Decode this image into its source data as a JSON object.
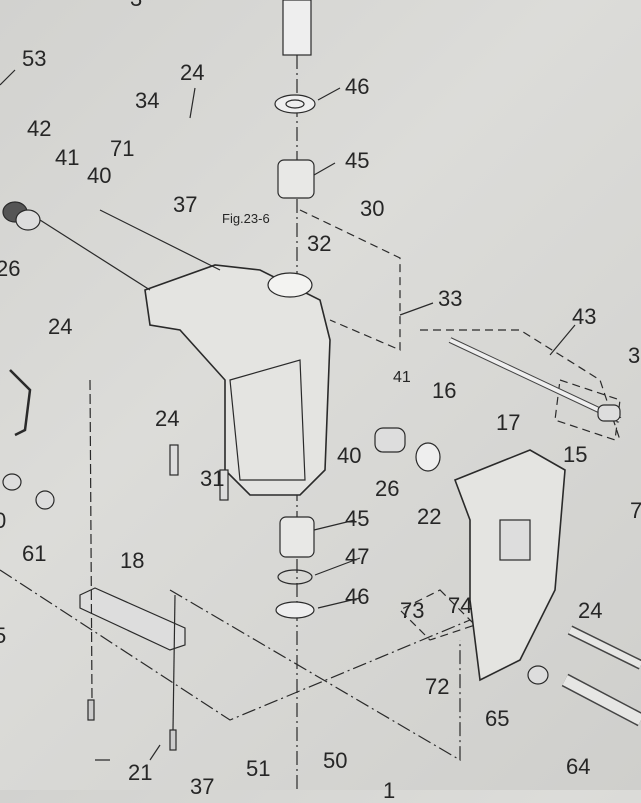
{
  "title": "Exploded parts diagram",
  "labels": [
    "3",
    "53",
    "24",
    "46",
    "34",
    "42",
    "41",
    "40",
    "71",
    "45",
    "37",
    "Fig.23-6",
    "30",
    "26",
    "32",
    "33",
    "24",
    "43",
    "3",
    "41",
    "16",
    "24",
    "17",
    "15",
    "40",
    "26",
    "22",
    "31",
    "45",
    "7",
    "0",
    "61",
    "47",
    "18",
    "46",
    "73",
    "74",
    "24",
    "5",
    "72",
    "65",
    "64",
    "21",
    "51",
    "50",
    "37",
    "1"
  ]
}
